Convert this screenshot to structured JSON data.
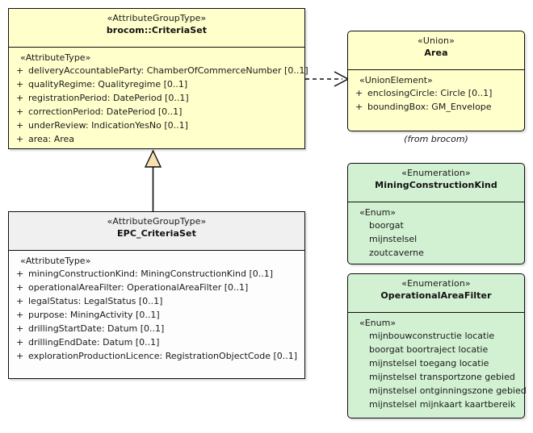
{
  "diagram": {
    "type": "uml-class-diagram",
    "background": "#ffffff",
    "colors": {
      "class_yellow": "#ffffcc",
      "class_white": "#fdfdfd",
      "class_header_gray": "#f0f0f0",
      "enumeration_green": "#d2f0d2",
      "border": "#0d0d0d",
      "generalization_fill": "#f7dfb0"
    }
  },
  "classes": {
    "criteria_set": {
      "stereotype": "«AttributeGroupType»",
      "name": "brocom::CriteriaSet",
      "group_label": "«AttributeType»",
      "attributes": [
        {
          "visibility": "+",
          "text": "deliveryAccountableParty: ChamberOfCommerceNumber [0..1]"
        },
        {
          "visibility": "+",
          "text": "qualityRegime: Qualityregime [0..1]"
        },
        {
          "visibility": "+",
          "text": "registrationPeriod: DatePeriod [0..1]"
        },
        {
          "visibility": "+",
          "text": "correctionPeriod: DatePeriod [0..1]"
        },
        {
          "visibility": "+",
          "text": "underReview: IndicationYesNo [0..1]"
        },
        {
          "visibility": "+",
          "text": "area: Area"
        }
      ]
    },
    "epc_criteria_set": {
      "stereotype": "«AttributeGroupType»",
      "name": "EPC_CriteriaSet",
      "group_label": "«AttributeType»",
      "attributes": [
        {
          "visibility": "+",
          "text": "miningConstructionKind: MiningConstructionKind [0..1]"
        },
        {
          "visibility": "+",
          "text": "operationalAreaFilter: OperationalAreaFilter [0..1]"
        },
        {
          "visibility": "+",
          "text": "legalStatus: LegalStatus [0..1]"
        },
        {
          "visibility": "+",
          "text": "purpose: MiningActivity [0..1]"
        },
        {
          "visibility": "+",
          "text": "drillingStartDate: Datum [0..1]"
        },
        {
          "visibility": "+",
          "text": "drillingEndDate: Datum [0..1]"
        },
        {
          "visibility": "+",
          "text": "explorationProductionLicence: RegistrationObjectCode [0..1]"
        }
      ]
    },
    "area": {
      "stereotype": "«Union»",
      "name": "Area",
      "group_label": "«UnionElement»",
      "attributes": [
        {
          "visibility": "+",
          "text": "enclosingCircle: Circle [0..1]"
        },
        {
          "visibility": "+",
          "text": "boundingBox: GM_Envelope"
        }
      ],
      "note": "(from brocom)"
    },
    "mining_construction_kind": {
      "stereotype": "«Enumeration»",
      "name": "MiningConstructionKind",
      "group_label": "«Enum»",
      "literals": [
        "boorgat",
        "mijnstelsel",
        "zoutcaverne"
      ]
    },
    "operational_area_filter": {
      "stereotype": "«Enumeration»",
      "name": "OperationalAreaFilter",
      "group_label": "«Enum»",
      "literals": [
        "mijnbouwconstructie locatie",
        "boorgat boortraject locatie",
        "mijnstelsel toegang locatie",
        "mijnstelsel transportzone gebied",
        "mijnstelsel ontginningszone gebied",
        "mijnstelsel mijnkaart kaartbereik"
      ]
    }
  },
  "relationships": [
    {
      "kind": "generalization",
      "source": "EPC_CriteriaSet",
      "target": "brocom::CriteriaSet",
      "arrow": "hollow-triangle"
    },
    {
      "kind": "dependency",
      "source": "brocom::CriteriaSet",
      "target": "Area",
      "arrow": "open-arrow",
      "line": "dashed"
    }
  ]
}
